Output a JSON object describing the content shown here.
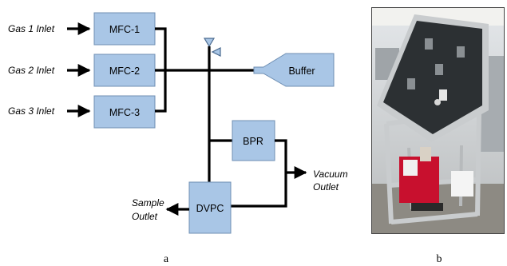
{
  "diagram": {
    "inlets": [
      "Gas 1 Inlet",
      "Gas 2 Inlet",
      "Gas 3 Inlet"
    ],
    "mfcs": [
      "MFC-1",
      "MFC-2",
      "MFC-3"
    ],
    "buffer": "Buffer",
    "bpr": "BPR",
    "dvpc": "DVPC",
    "vacuum_outlet": [
      "Vacuum",
      "Outlet"
    ],
    "sample_outlet": [
      "Sample",
      "Outlet"
    ]
  },
  "captions": {
    "a": "a",
    "b": "b"
  },
  "photo": {
    "description_icon": "apparatus-photo",
    "colors": {
      "cabinet": "#2c3033",
      "frame": "#c9ccce",
      "pump": "#c8102e",
      "wall": "#d8dde2",
      "floor": "#8d8a83"
    }
  }
}
